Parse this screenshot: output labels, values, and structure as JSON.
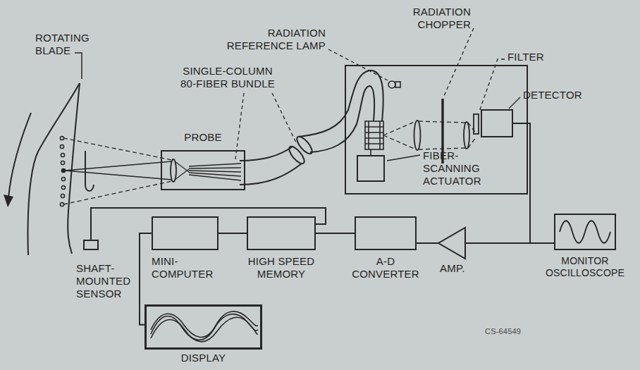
{
  "diagram": {
    "nodes": [
      {
        "text": [
          "PROBE"
        ]
      },
      {
        "text": [
          "DETECTOR"
        ]
      },
      {
        "text": [
          "FIBER- SCANNING ACTUATOR"
        ]
      },
      {
        "text": [
          "MONITOR OSCILLOSCOPE"
        ]
      },
      {
        "text": [
          "AMP."
        ]
      },
      {
        "text": [
          "A-D CONVERTER"
        ]
      },
      {
        "text": [
          "HIGH SPEED MEMORY"
        ]
      },
      {
        "text": [
          "MINI- COMPUTER"
        ]
      },
      {
        "text": [
          "SHAFT- MOUNTED SENSOR"
        ]
      },
      {
        "text": [
          "DISPLAY"
        ]
      }
    ],
    "edges": [
      {
        "from": 1,
        "to": 3,
        "arrow": "none"
      },
      {
        "from": 1,
        "to": 4,
        "arrow": "none"
      },
      {
        "from": 4,
        "to": 5,
        "arrow": "none"
      },
      {
        "from": 5,
        "to": 6,
        "arrow": "none"
      },
      {
        "from": 6,
        "to": 7,
        "arrow": "none"
      },
      {
        "from": 8,
        "to": 6,
        "arrow": "none"
      },
      {
        "from": 7,
        "to": 9,
        "arrow": "none"
      }
    ],
    "labels": [
      "ROTATING BLADE",
      "SINGLE-COLUMN 80-FIBER BUNDLE",
      "RADIATION REFERENCE LAMP",
      "RADIATION CHOPPER",
      "FILTER",
      "CS-64549"
    ]
  }
}
